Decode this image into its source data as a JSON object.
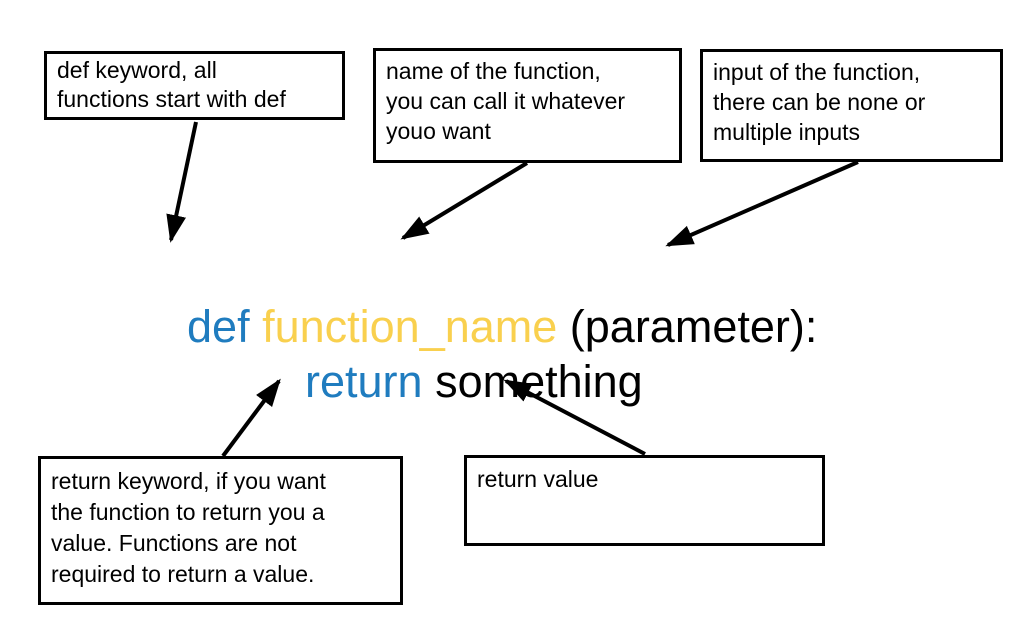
{
  "diagram": {
    "title": "python function definition annotated diagram",
    "background": "#ffffff",
    "colors": {
      "keyword_blue": "#1f7cbf",
      "function_name_yellow": "#f9d04e",
      "text_black": "#000000",
      "arrow_black": "#000000",
      "box_border_black": "#000000"
    },
    "notes": {
      "def_keyword": "def keyword, all\nfunctions start with def",
      "function_name": "name of the function,\nyou can call it whatever\nyouo want",
      "input": "input of the function,\nthere can be none or\nmultiple inputs",
      "return_keyword": "return keyword, if you want\nthe function to return you a\nvalue. Functions are not\nrequired to return a value.",
      "return_value": "return value"
    },
    "code": {
      "def_keyword": "def ",
      "function_name": "function_name",
      "parameter_part": " (parameter):",
      "return_keyword": "return ",
      "return_value": "something"
    },
    "arrows": [
      {
        "from": "note-def-keyword",
        "to": "def-keyword-token",
        "direction": "down"
      },
      {
        "from": "note-function-name",
        "to": "function-name-token",
        "direction": "down-left"
      },
      {
        "from": "note-input",
        "to": "parameter-token",
        "direction": "down-left"
      },
      {
        "from": "note-return-keyword",
        "to": "return-keyword-token",
        "direction": "up-right"
      },
      {
        "from": "note-return-value",
        "to": "return-value-token",
        "direction": "up-left"
      }
    ]
  }
}
